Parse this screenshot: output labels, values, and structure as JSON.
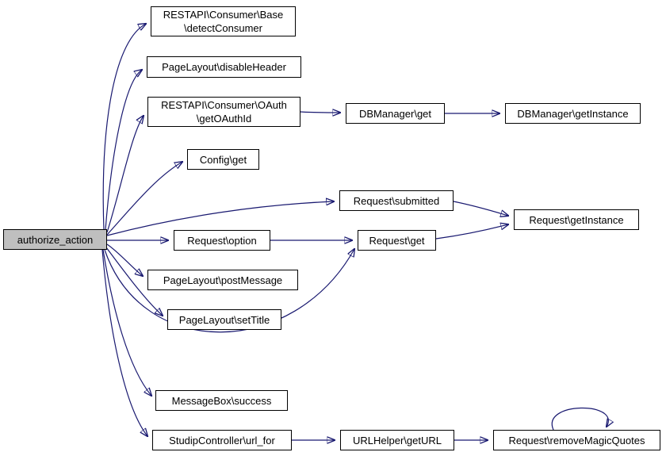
{
  "diagram": {
    "type": "call-graph",
    "edge_color": "#191970",
    "node_border_color": "#000000",
    "root_fill": "#bfbfbf",
    "nodes": {
      "authorize_action": {
        "lines": [
          "authorize_action"
        ]
      },
      "detect_consumer": {
        "lines": [
          "RESTAPI\\Consumer\\Base",
          "\\detectConsumer"
        ]
      },
      "disable_header": {
        "lines": [
          "PageLayout\\disableHeader"
        ]
      },
      "get_oauth_id": {
        "lines": [
          "RESTAPI\\Consumer\\OAuth",
          "\\getOAuthId"
        ]
      },
      "config_get": {
        "lines": [
          "Config\\get"
        ]
      },
      "request_submitted": {
        "lines": [
          "Request\\submitted"
        ]
      },
      "request_option": {
        "lines": [
          "Request\\option"
        ]
      },
      "pagelayout_postmessage": {
        "lines": [
          "PageLayout\\postMessage"
        ]
      },
      "pagelayout_settitle": {
        "lines": [
          "PageLayout\\setTitle"
        ]
      },
      "messagebox_success": {
        "lines": [
          "MessageBox\\success"
        ]
      },
      "url_for": {
        "lines": [
          "StudipController\\url_for"
        ]
      },
      "dbmanager_get": {
        "lines": [
          "DBManager\\get"
        ]
      },
      "dbmanager_getinstance": {
        "lines": [
          "DBManager\\getInstance"
        ]
      },
      "request_get": {
        "lines": [
          "Request\\get"
        ]
      },
      "request_getinstance": {
        "lines": [
          "Request\\getInstance"
        ]
      },
      "urlhelper_geturl": {
        "lines": [
          "URLHelper\\getURL"
        ]
      },
      "request_removemagicquotes": {
        "lines": [
          "Request\\removeMagicQuotes"
        ]
      }
    },
    "edges": [
      {
        "from": "authorize_action",
        "to": "detect_consumer"
      },
      {
        "from": "authorize_action",
        "to": "disable_header"
      },
      {
        "from": "authorize_action",
        "to": "get_oauth_id"
      },
      {
        "from": "authorize_action",
        "to": "config_get"
      },
      {
        "from": "authorize_action",
        "to": "request_submitted"
      },
      {
        "from": "authorize_action",
        "to": "request_option"
      },
      {
        "from": "authorize_action",
        "to": "pagelayout_postmessage"
      },
      {
        "from": "authorize_action",
        "to": "pagelayout_settitle"
      },
      {
        "from": "authorize_action",
        "to": "request_get"
      },
      {
        "from": "authorize_action",
        "to": "messagebox_success"
      },
      {
        "from": "authorize_action",
        "to": "url_for"
      },
      {
        "from": "get_oauth_id",
        "to": "dbmanager_get"
      },
      {
        "from": "dbmanager_get",
        "to": "dbmanager_getinstance"
      },
      {
        "from": "request_submitted",
        "to": "request_getinstance"
      },
      {
        "from": "request_option",
        "to": "request_get"
      },
      {
        "from": "request_get",
        "to": "request_getinstance"
      },
      {
        "from": "url_for",
        "to": "urlhelper_geturl"
      },
      {
        "from": "urlhelper_geturl",
        "to": "request_removemagicquotes"
      },
      {
        "from": "request_removemagicquotes",
        "to": "request_removemagicquotes"
      }
    ]
  }
}
